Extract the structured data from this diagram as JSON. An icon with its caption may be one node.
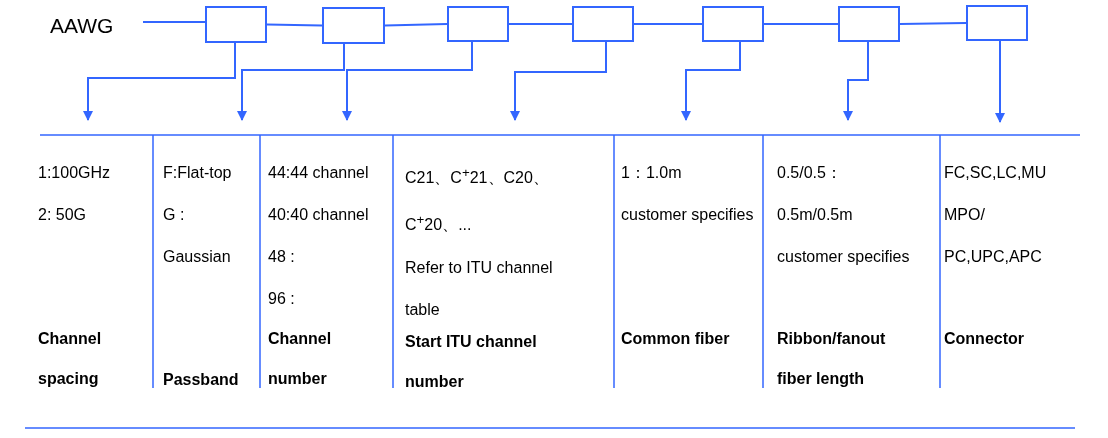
{
  "diagram": {
    "nodes": [
      {
        "text": [
          "AAWG"
        ]
      },
      {
        "text": [],
        "shape": "box"
      },
      {
        "text": [],
        "shape": "box"
      },
      {
        "text": [],
        "shape": "box"
      },
      {
        "text": [],
        "shape": "box"
      },
      {
        "text": [],
        "shape": "box"
      },
      {
        "text": [],
        "shape": "box"
      },
      {
        "text": [],
        "shape": "box"
      },
      {
        "text": [
          "1:100GHz",
          "2: 50G",
          "Channel spacing"
        ]
      },
      {
        "text": [
          "F:Flat-top",
          "G : Gaussian",
          "Passband"
        ]
      },
      {
        "text": [
          "44:44 channel",
          "40:40 channel",
          "48 :",
          "96 :",
          "Channel number"
        ]
      },
      {
        "text": [
          "C21、C$^{+}$21、C20、C$^{+}$20、...",
          "Refer to ITU channel table",
          "Start ITU channel number"
        ]
      },
      {
        "text": [
          "1：1.0m",
          "customer specifies",
          "Common fiber"
        ]
      },
      {
        "text": [
          "0.5/0.5：",
          "0.5m/0.5m",
          "customer specifies",
          "Ribbon/fanout fiber length"
        ]
      },
      {
        "text": [
          "FC,SC,LC,MU",
          "MPO/",
          "PC,UPC,APC",
          "Connector"
        ]
      }
    ],
    "edges": [
      {
        "from": 0,
        "to": 1,
        "arrow": "none"
      },
      {
        "from": 1,
        "to": 2,
        "arrow": "none"
      },
      {
        "from": 2,
        "to": 3,
        "arrow": "none"
      },
      {
        "from": 3,
        "to": 4,
        "arrow": "none"
      },
      {
        "from": 4,
        "to": 5,
        "arrow": "none"
      },
      {
        "from": 5,
        "to": 6,
        "arrow": "none"
      },
      {
        "from": 6,
        "to": 7,
        "arrow": "none"
      },
      {
        "from": 1,
        "to": 8,
        "arrow": "to"
      },
      {
        "from": 2,
        "to": 9,
        "arrow": "to"
      },
      {
        "from": 3,
        "to": 10,
        "arrow": "to"
      },
      {
        "from": 4,
        "to": 11,
        "arrow": "to"
      },
      {
        "from": 5,
        "to": 12,
        "arrow": "to"
      },
      {
        "from": 6,
        "to": 13,
        "arrow": "to"
      },
      {
        "from": 7,
        "to": 14,
        "arrow": "to"
      }
    ]
  }
}
